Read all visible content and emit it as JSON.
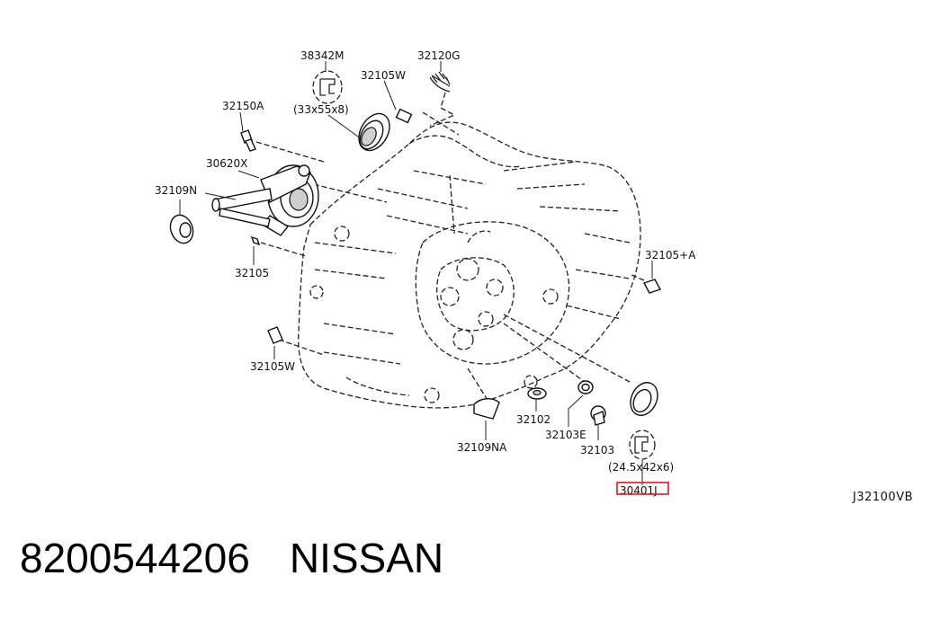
{
  "labels": {
    "p38342M": "38342M",
    "p32120G": "32120G",
    "p32105W_top": "32105W",
    "p32150A": "32150A",
    "p30620X": "30620X",
    "p32109N": "32109N",
    "p32105": "32105",
    "p32105A": "32105+A",
    "p32105W_left": "32105W",
    "p32102": "32102",
    "p32103E": "32103E",
    "p32103": "32103",
    "p32109NA": "32109NA",
    "p30401J": "30401J"
  },
  "dimensions": {
    "top_seal": "(33x55x8)",
    "bottom_seal": "(24.5x42x6)"
  },
  "diagram_code": "J32100VB",
  "caption": {
    "part_number": "8200544206",
    "brand": "NISSAN"
  },
  "colors": {
    "highlight": "#e8141c",
    "line": "#222222"
  }
}
